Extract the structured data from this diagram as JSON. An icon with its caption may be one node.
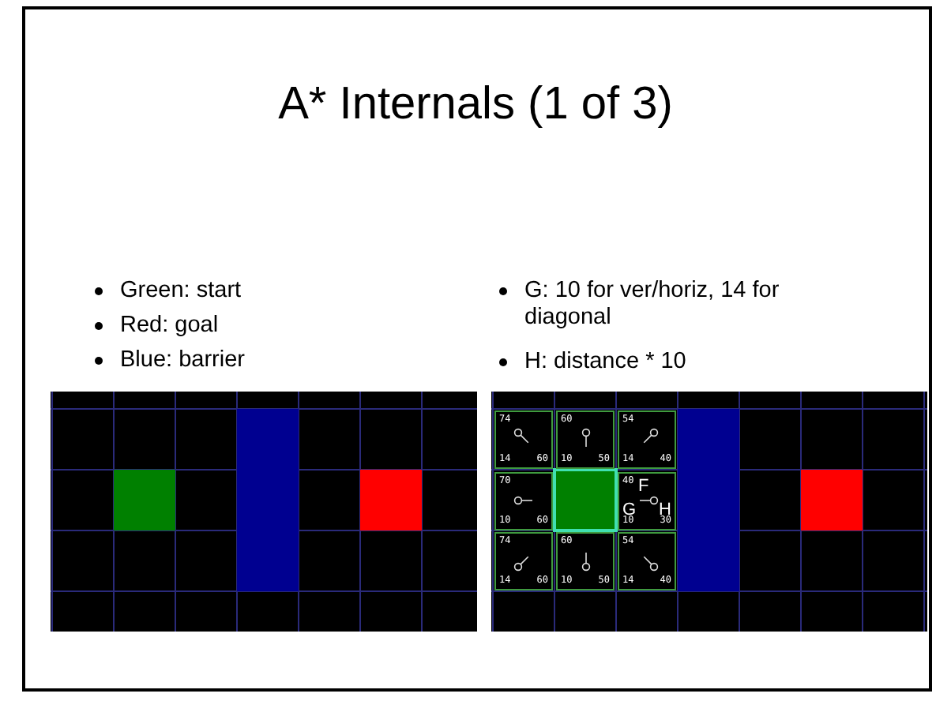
{
  "diagram": {
    "title": "A* Internals (1 of 3)",
    "nodes": [
      {
        "text": [],
        "shape": "picture"
      },
      {
        "text": [],
        "shape": "picture"
      },
      {
        "text": [
          "74",
          "14",
          "60"
        ],
        "in": 1
      },
      {
        "text": [
          "60",
          "10",
          "50"
        ],
        "in": 1
      },
      {
        "text": [
          "54",
          "14",
          "40"
        ],
        "in": 1
      },
      {
        "text": [
          "70",
          "10",
          "60"
        ],
        "in": 1
      },
      {
        "text": [
          "40",
          "10",
          "30"
        ],
        "in": 1
      },
      {
        "text": [
          "74",
          "14",
          "60"
        ],
        "in": 1
      },
      {
        "text": [
          "60",
          "10",
          "50"
        ],
        "in": 1
      },
      {
        "text": [
          "54",
          "14",
          "40"
        ],
        "in": 1
      }
    ],
    "labels": [
      "Green: start",
      "Red: goal",
      "Blue: barrier",
      "G: 10 for ver/horiz, 14 for diagonal",
      "H: distance * 10",
      "F",
      "G",
      "H"
    ]
  }
}
